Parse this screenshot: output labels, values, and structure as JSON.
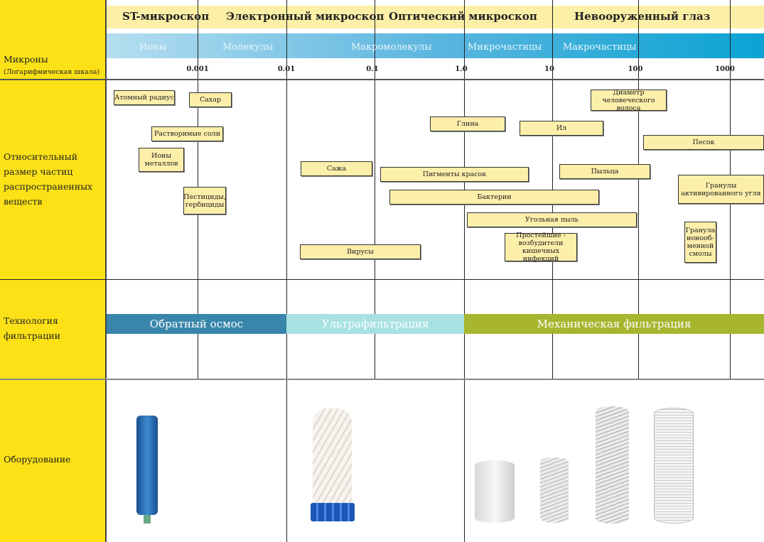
{
  "header": {
    "scopes": [
      "ST-микроскоп",
      "Электронный микроскоп",
      "Оптический микроскоп",
      "Невооруженный глаз"
    ],
    "particles": [
      "Ионы",
      "Молекулы",
      "Макромолекулы",
      "Микрочастицы",
      "Макрочастицы"
    ],
    "ticks": [
      "0.001",
      "0.01",
      "0.1",
      "1.0",
      "10",
      "100",
      "1000"
    ]
  },
  "left": {
    "microns": "Микроны",
    "microns_sub": "(Логарифмическая шкала)",
    "relative": "Относительный размер частиц распространенных веществ",
    "tech": "Технология фильтрации",
    "equipment": "Оборудование"
  },
  "substances": [
    "Атомный радиус",
    "Сахар",
    "Растворимые соли",
    "Ионы металлов",
    "Пестициды, гербициды",
    "Сажа",
    "Вирусы",
    "Глина",
    "Ил",
    "Диаметр человеческого волоса",
    "Песок",
    "Пигменты красок",
    "Пыльца",
    "Бактерии",
    "Гранулы активированного угля",
    "Угольная пыль",
    "Простейшие - возбудители кишечных инфекций",
    "Гранула ионооб-менной смолы"
  ],
  "tech": [
    "Обратный осмос",
    "Ультрафильтрация",
    "Механическая фильтрация"
  ],
  "colors": {
    "ro": "#3a86ab",
    "uf": "#a8e1e1",
    "mech": "#a8b52e",
    "yellow": "#fbe116"
  }
}
